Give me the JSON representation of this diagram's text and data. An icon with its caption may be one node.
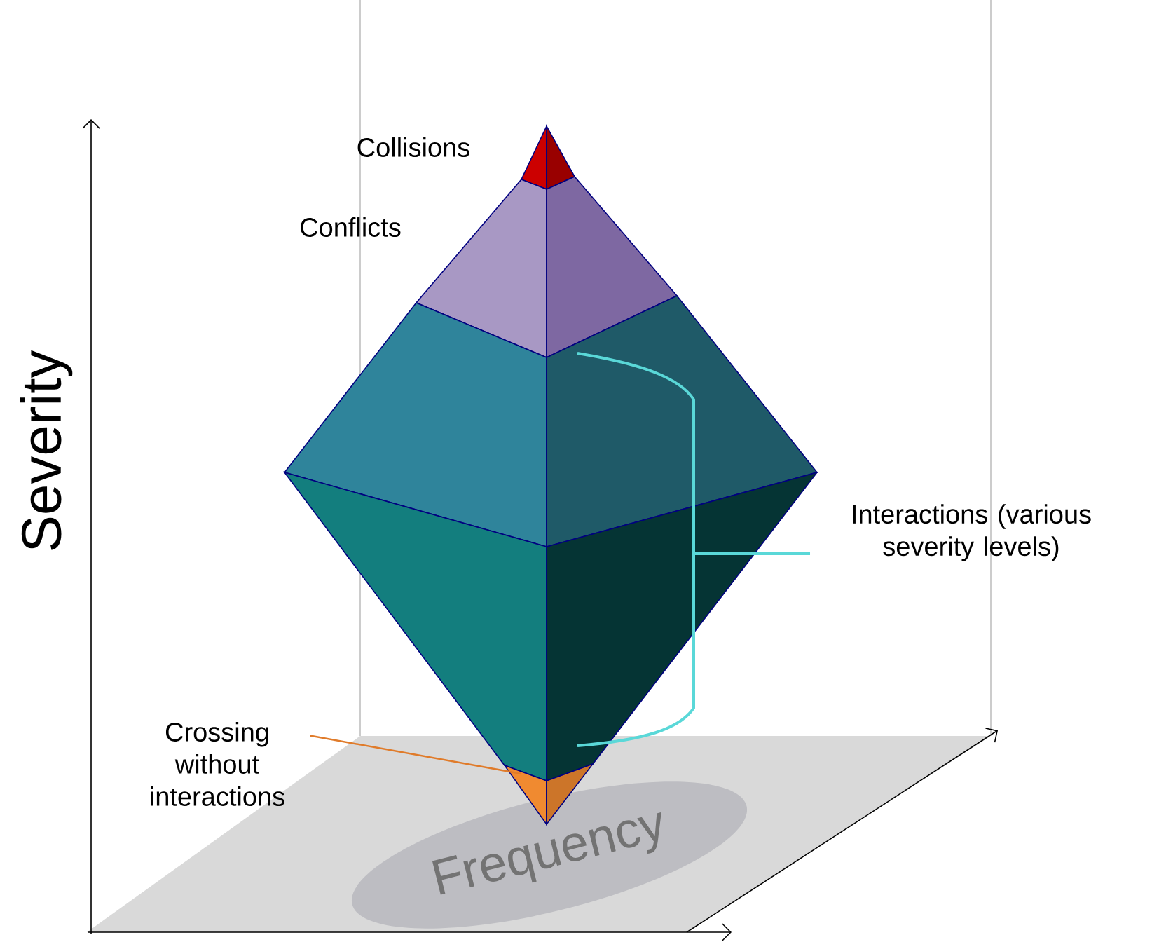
{
  "diagram": {
    "nodes": [
      {
        "text": [
          "Crossing without interactions"
        ]
      },
      {
        "text": [],
        "shape": "triangle"
      },
      {
        "text": [
          "Frequency"
        ]
      }
    ],
    "edges": [
      {
        "from": 0,
        "to": 1,
        "arrow": "none",
        "color": "#e07b2a"
      }
    ],
    "labels": [
      "Collisions",
      "Conflicts",
      "Severity",
      "Interactions (various severity levels)"
    ]
  }
}
